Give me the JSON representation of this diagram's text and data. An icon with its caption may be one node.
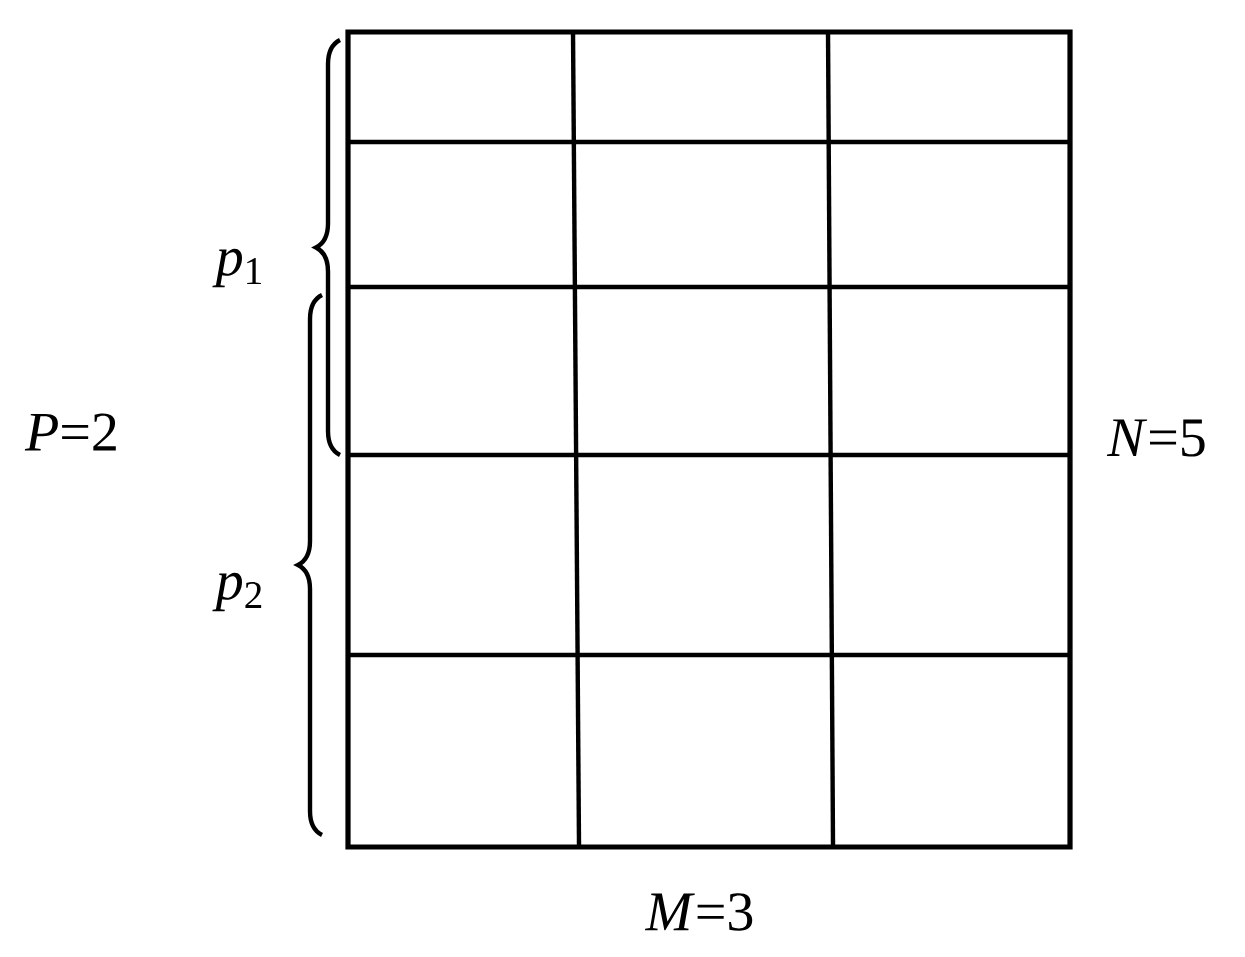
{
  "diagram": {
    "labels": [
      "*p*$_{1}$",
      "*p*$_{2}$",
      "*P*=2",
      "*N*=5",
      "*M*=3"
    ]
  }
}
